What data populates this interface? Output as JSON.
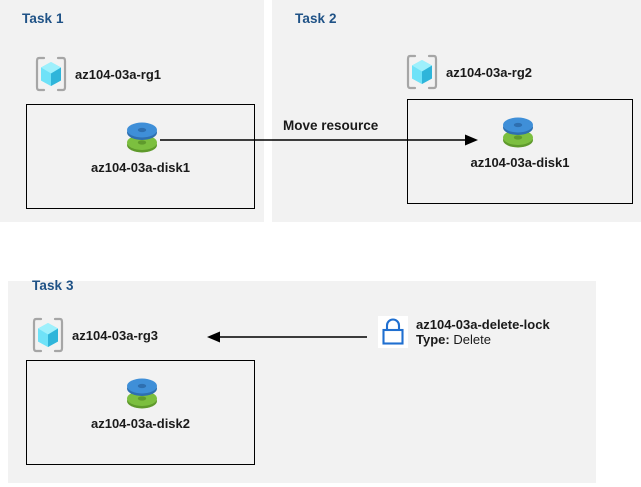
{
  "diagram": {
    "title_color": "#1f5286",
    "panel_bg": "#f2f2f2",
    "page_bg": "#ffffff",
    "border_color": "#000000"
  },
  "tasks": [
    {
      "id": "task1",
      "title": "Task 1",
      "resource_group": {
        "label": "az104-03a-rg1",
        "icon": "resource-group-icon"
      },
      "resource": {
        "label": "az104-03a-disk1",
        "icon": "disk-icon"
      }
    },
    {
      "id": "task2",
      "title": "Task 2",
      "resource_group": {
        "label": "az104-03a-rg2",
        "icon": "resource-group-icon"
      },
      "resource": {
        "label": "az104-03a-disk1",
        "icon": "disk-icon"
      }
    },
    {
      "id": "task3",
      "title": "Task 3",
      "resource_group": {
        "label": "az104-03a-rg3",
        "icon": "resource-group-icon"
      },
      "resource": {
        "label": "az104-03a-disk2",
        "icon": "disk-icon"
      }
    }
  ],
  "connectors": {
    "move": {
      "label": "Move resource",
      "icon": "arrow-right-icon"
    },
    "lock_link": {
      "label": "",
      "icon": "arrow-left-icon"
    }
  },
  "lock": {
    "icon": "padlock-icon",
    "name": "az104-03a-delete-lock",
    "type_label": "Type:",
    "type_value": "Delete"
  },
  "colors": {
    "cube_light": "#7ee8fa",
    "cube_mid": "#4fd1f0",
    "cube_dark": "#2aa8cc",
    "bracket": "#a6a6a6",
    "disk_blue_top": "#3f8fd8",
    "disk_blue_side": "#2e6fb0",
    "disk_green_top": "#7cbf3f",
    "disk_green_side": "#5f9a2c",
    "lock_blue": "#1f6fd0"
  }
}
